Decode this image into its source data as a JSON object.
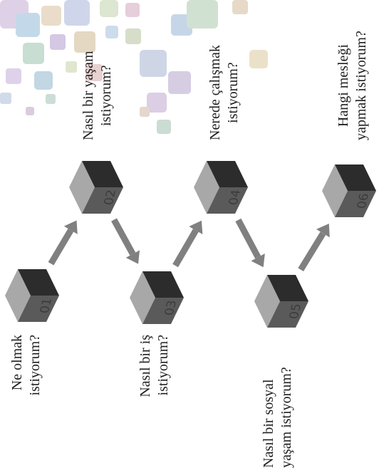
{
  "steps": [
    {
      "num": "01",
      "line1": "Ne olmak",
      "line2": "istiyorum?"
    },
    {
      "num": "02",
      "line1": "Nasıl bir yaşam",
      "line2": "istiyorum?"
    },
    {
      "num": "03",
      "line1": "Nasıl bir iş",
      "line2": "istiyorum?"
    },
    {
      "num": "04",
      "line1": "Nerede çalışmak",
      "line2": "istiyorum?"
    },
    {
      "num": "05",
      "line1": "Nasıl bir sosyal",
      "line2": "yaşam istiyorum?"
    },
    {
      "num": "06",
      "line1": "Hangi mesleği",
      "line2": "yapmak istiyorum?"
    }
  ],
  "colors": {
    "cube_top": "#a8a8a8",
    "cube_left": "#5a5a5a",
    "cube_right": "#2c2c2c",
    "arrow": "#808080",
    "text": "#1e1e1e"
  },
  "icons": {
    "cube": "cube-icon",
    "arrow": "arrow-icon",
    "decoration": "mosaic-squares-decoration"
  }
}
